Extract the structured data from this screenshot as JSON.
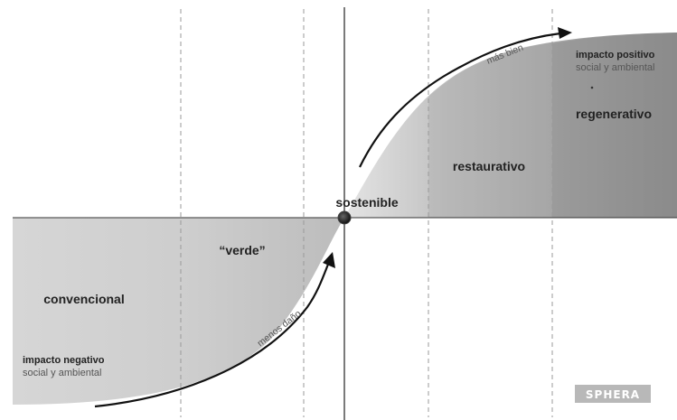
{
  "zones": {
    "convencional": "convencional",
    "verde": "“verde”",
    "sostenible": "sostenible",
    "restaurativo": "restaurativo",
    "regenerativo": "regenerativo"
  },
  "negative_impact": {
    "title": "impacto negativo",
    "subtitle": "social y ambiental"
  },
  "positive_impact": {
    "title": "impacto positivo",
    "subtitle": "social y ambiental"
  },
  "arrows": {
    "lower": "menos daño",
    "upper": "más bien"
  },
  "logo": "SPHERA",
  "colors": {
    "zone_light": "#d8d8d8",
    "zone_mid": "#c4c4c4",
    "zone_dark": "#a8a8a8",
    "zone_darkest": "#8f8f8f",
    "axis": "#222222",
    "dashed": "#9a9a9a",
    "arrow": "#111111"
  }
}
